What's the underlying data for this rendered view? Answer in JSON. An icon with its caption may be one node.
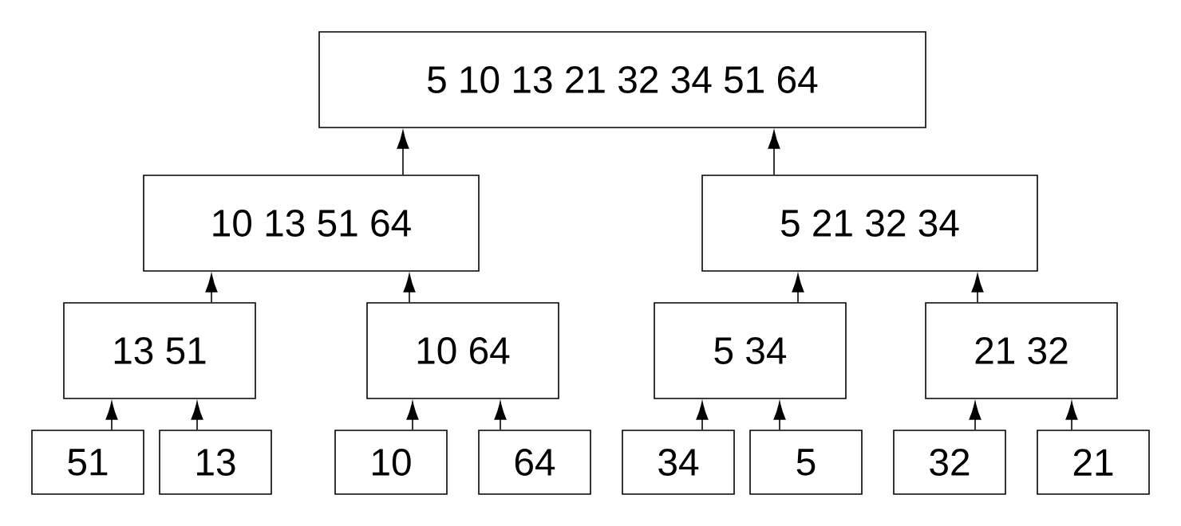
{
  "diagram": {
    "nodes": [
      {
        "text": [
          "5 10 13 21 32 34 51 64"
        ]
      },
      {
        "text": [
          "10 13 51 64"
        ]
      },
      {
        "text": [
          "5 21 32 34"
        ]
      },
      {
        "text": [
          "13 51"
        ]
      },
      {
        "text": [
          "10 64"
        ]
      },
      {
        "text": [
          "5 34"
        ]
      },
      {
        "text": [
          "21 32"
        ]
      },
      {
        "text": [
          "51"
        ]
      },
      {
        "text": [
          "13"
        ]
      },
      {
        "text": [
          "10"
        ]
      },
      {
        "text": [
          "64"
        ]
      },
      {
        "text": [
          "34"
        ]
      },
      {
        "text": [
          "5"
        ]
      },
      {
        "text": [
          "32"
        ]
      },
      {
        "text": [
          "21"
        ]
      }
    ],
    "edges": [
      {
        "from": 1,
        "to": 0,
        "arrow": "to"
      },
      {
        "from": 2,
        "to": 0,
        "arrow": "to"
      },
      {
        "from": 3,
        "to": 1,
        "arrow": "to"
      },
      {
        "from": 4,
        "to": 1,
        "arrow": "to"
      },
      {
        "from": 5,
        "to": 2,
        "arrow": "to"
      },
      {
        "from": 6,
        "to": 2,
        "arrow": "to"
      },
      {
        "from": 7,
        "to": 3,
        "arrow": "to"
      },
      {
        "from": 8,
        "to": 3,
        "arrow": "to"
      },
      {
        "from": 9,
        "to": 4,
        "arrow": "to"
      },
      {
        "from": 10,
        "to": 4,
        "arrow": "to"
      },
      {
        "from": 11,
        "to": 5,
        "arrow": "to"
      },
      {
        "from": 12,
        "to": 5,
        "arrow": "to"
      },
      {
        "from": 13,
        "to": 6,
        "arrow": "to"
      },
      {
        "from": 14,
        "to": 6,
        "arrow": "to"
      }
    ]
  }
}
